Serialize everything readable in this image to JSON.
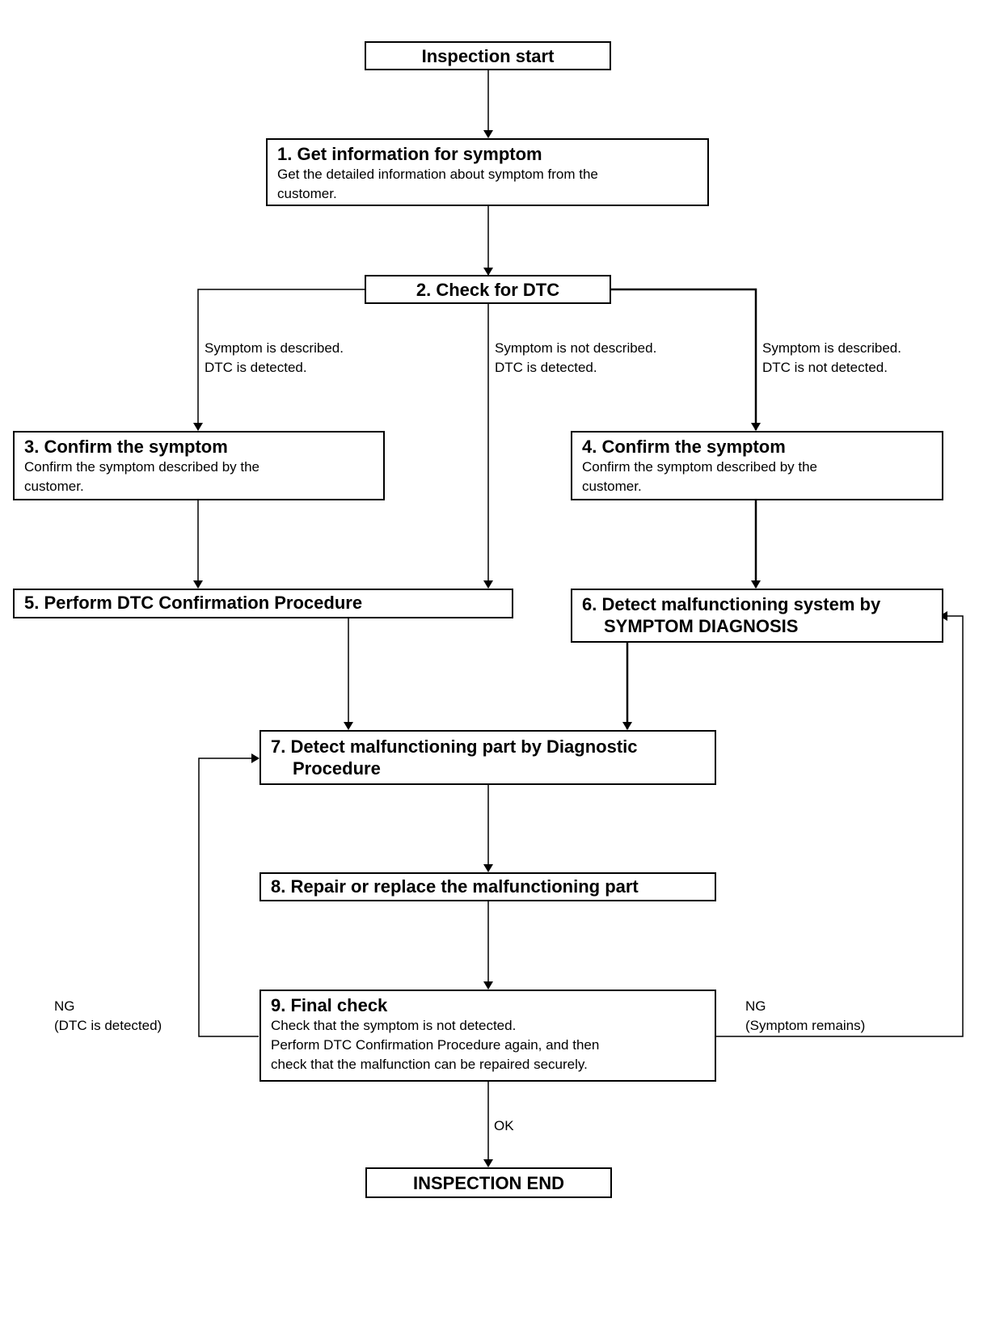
{
  "start": {
    "title": "Inspection start"
  },
  "step1": {
    "title": "1. Get information for symptom",
    "desc_line1": "Get the detailed information about symptom from the",
    "desc_line2": "customer."
  },
  "step2": {
    "title": "2. Check for DTC"
  },
  "branch_left": {
    "line1": "Symptom is described.",
    "line2": "DTC is detected."
  },
  "branch_middle": {
    "line1": "Symptom is not described.",
    "line2": "DTC is detected."
  },
  "branch_right": {
    "line1": "Symptom is described.",
    "line2": "DTC is not detected."
  },
  "step3": {
    "title": "3. Confirm the symptom",
    "desc_line1": "Confirm the symptom described by the",
    "desc_line2": "customer."
  },
  "step4": {
    "title": "4. Confirm the symptom",
    "desc_line1": "Confirm the symptom described by the",
    "desc_line2": "customer."
  },
  "step5": {
    "title": "5. Perform DTC Confirmation Procedure"
  },
  "step6": {
    "title_line1": "6. Detect malfunctioning system by",
    "title_line2": "SYMPTOM DIAGNOSIS"
  },
  "step7": {
    "title_line1": "7. Detect malfunctioning part by Diagnostic",
    "title_line2": "Procedure"
  },
  "step8": {
    "title": "8. Repair or replace the malfunctioning part"
  },
  "step9": {
    "title": "9. Final check",
    "desc_line1": "Check that the symptom is not detected.",
    "desc_line2": "Perform DTC Confirmation Procedure again, and then",
    "desc_line3": "check that the malfunction can be repaired securely."
  },
  "ng_left": {
    "line1": "NG",
    "line2": "(DTC is detected)"
  },
  "ng_right": {
    "line1": "NG",
    "line2": "(Symptom remains)"
  },
  "ok_label": "OK",
  "end": {
    "title": "INSPECTION END"
  }
}
